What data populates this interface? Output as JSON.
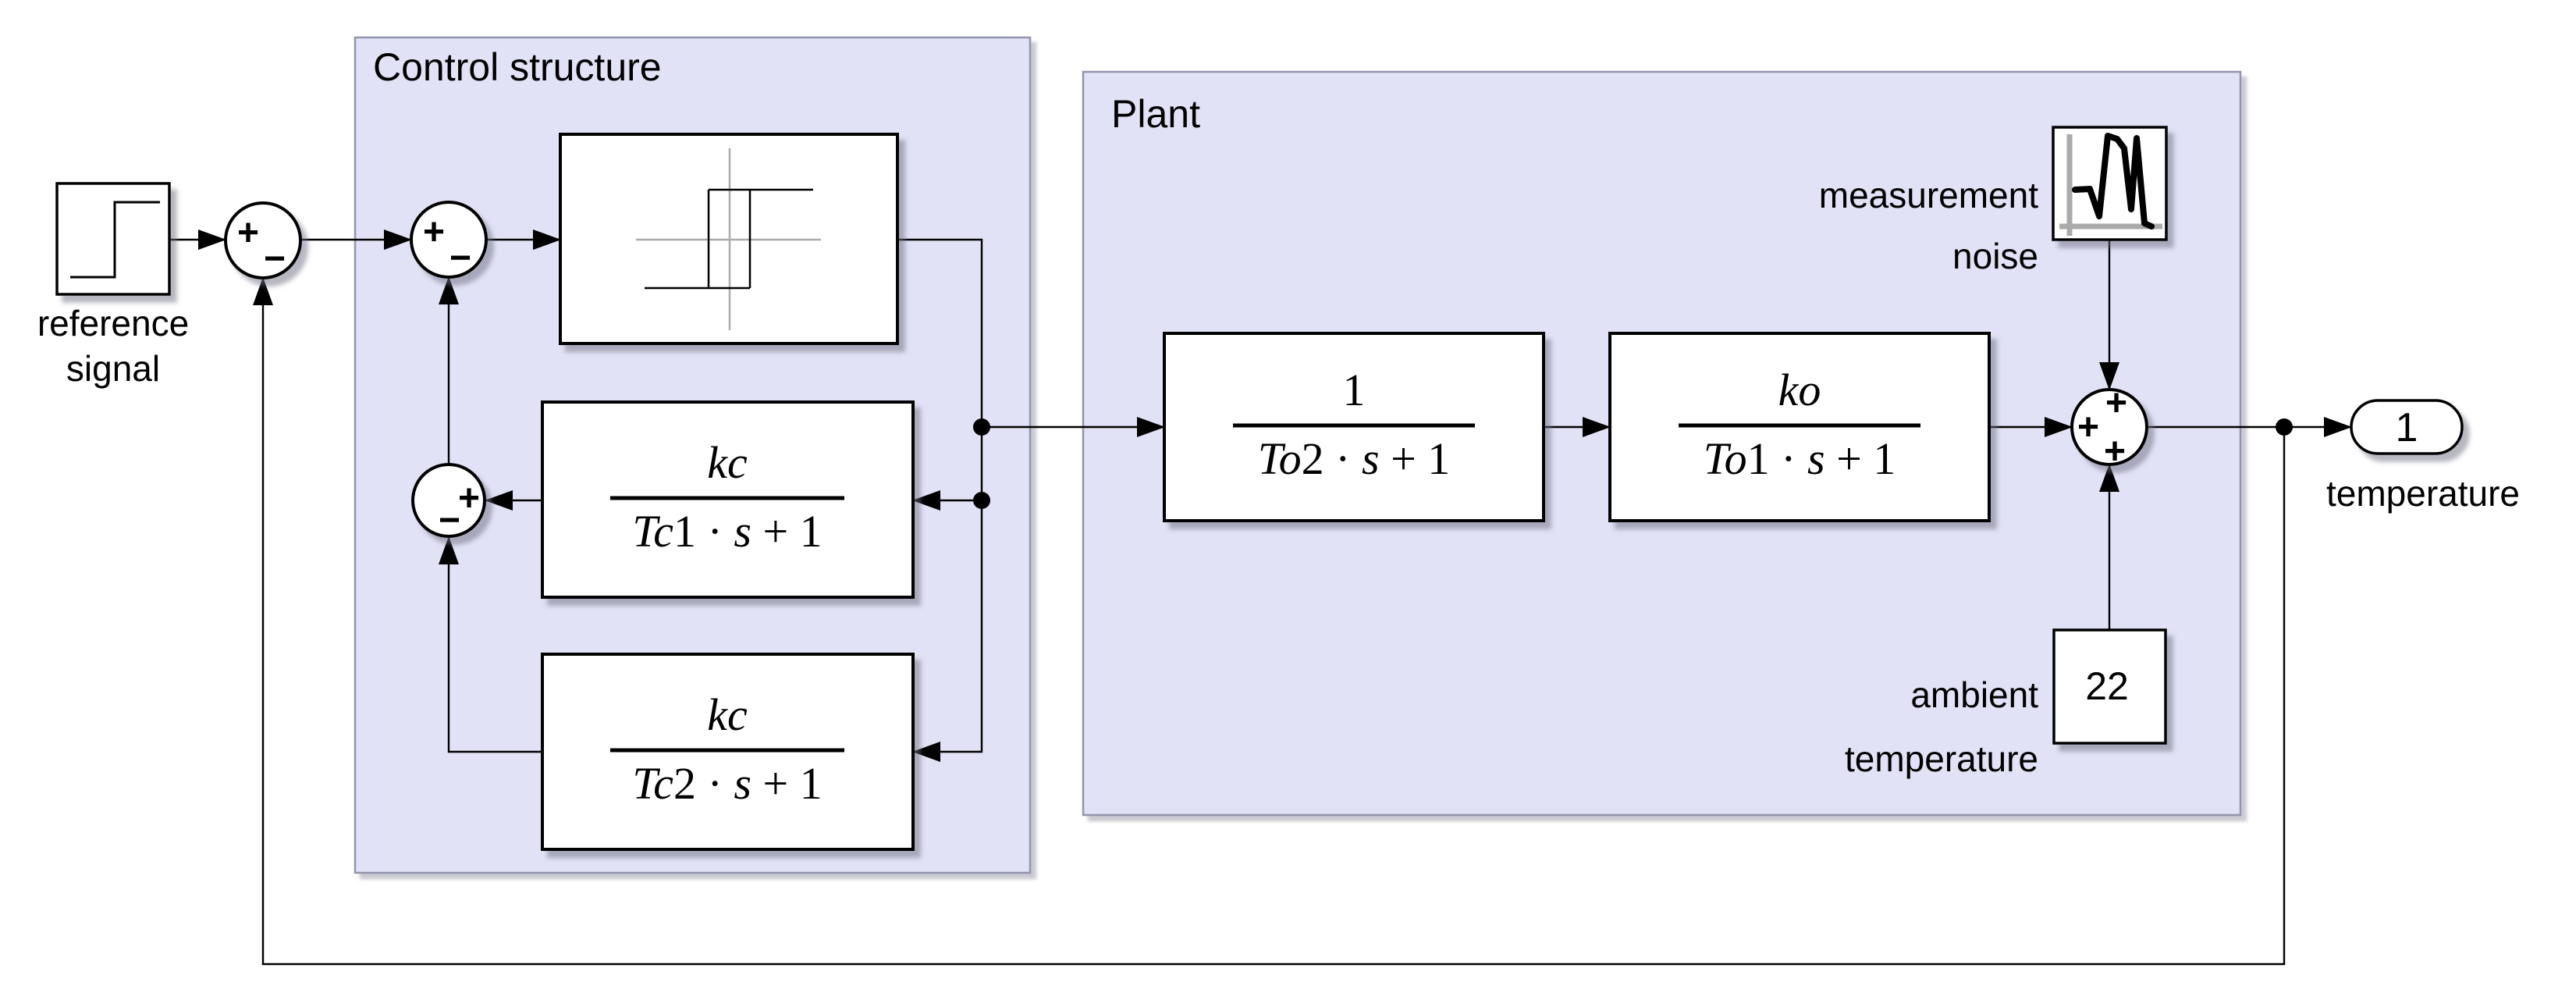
{
  "app": {
    "type": "block-diagram-canvas"
  },
  "colors": {
    "region_fill": "#e2e2f6",
    "region_border": "#9494ad",
    "block_fill": "#ffffff",
    "block_border": "#000000",
    "wire": "#000000",
    "icon_axis_gray": "#ababab",
    "background": "#ffffff"
  },
  "regions": {
    "control": {
      "label": "Control structure"
    },
    "plant": {
      "label": "Plant"
    }
  },
  "blocks": {
    "reference": {
      "label_line1": "reference",
      "label_line2": "signal"
    },
    "relay": {
      "icon": "hysteresis-relay-icon"
    },
    "ctrl_tf1": {
      "num": "kc",
      "den_var": "Tc",
      "den_idx": "1",
      "den_dot": " · ",
      "den_s": "s",
      "den_tail": " + 1"
    },
    "ctrl_tf2": {
      "num": "kc",
      "den_var": "Tc",
      "den_idx": "2",
      "den_dot": " · ",
      "den_s": "s",
      "den_tail": " + 1"
    },
    "plant_tf1": {
      "num": "1",
      "den_var": "To",
      "den_idx": "2",
      "den_dot": " · ",
      "den_s": "s",
      "den_tail": " + 1"
    },
    "plant_tf2": {
      "num": "ko",
      "den_var": "To",
      "den_idx": "1",
      "den_dot": " · ",
      "den_s": "s",
      "den_tail": " + 1"
    },
    "noise": {
      "label_line1": "measurement",
      "label_line2": "noise",
      "icon": "noise-waveform-icon"
    },
    "ambient": {
      "value": "22",
      "label_line1": "ambient",
      "label_line2": "temperature"
    },
    "outport": {
      "value": "1",
      "label": "temperature"
    }
  },
  "sums": {
    "sum1": {
      "plus": "+",
      "minus": "−"
    },
    "sum2": {
      "plus": "+",
      "minus": "−"
    },
    "sum3": {
      "plus": "+",
      "minus": "−"
    },
    "sum4": {
      "plus_top": "+",
      "plus_left": "+",
      "plus_bottom": "+"
    }
  }
}
